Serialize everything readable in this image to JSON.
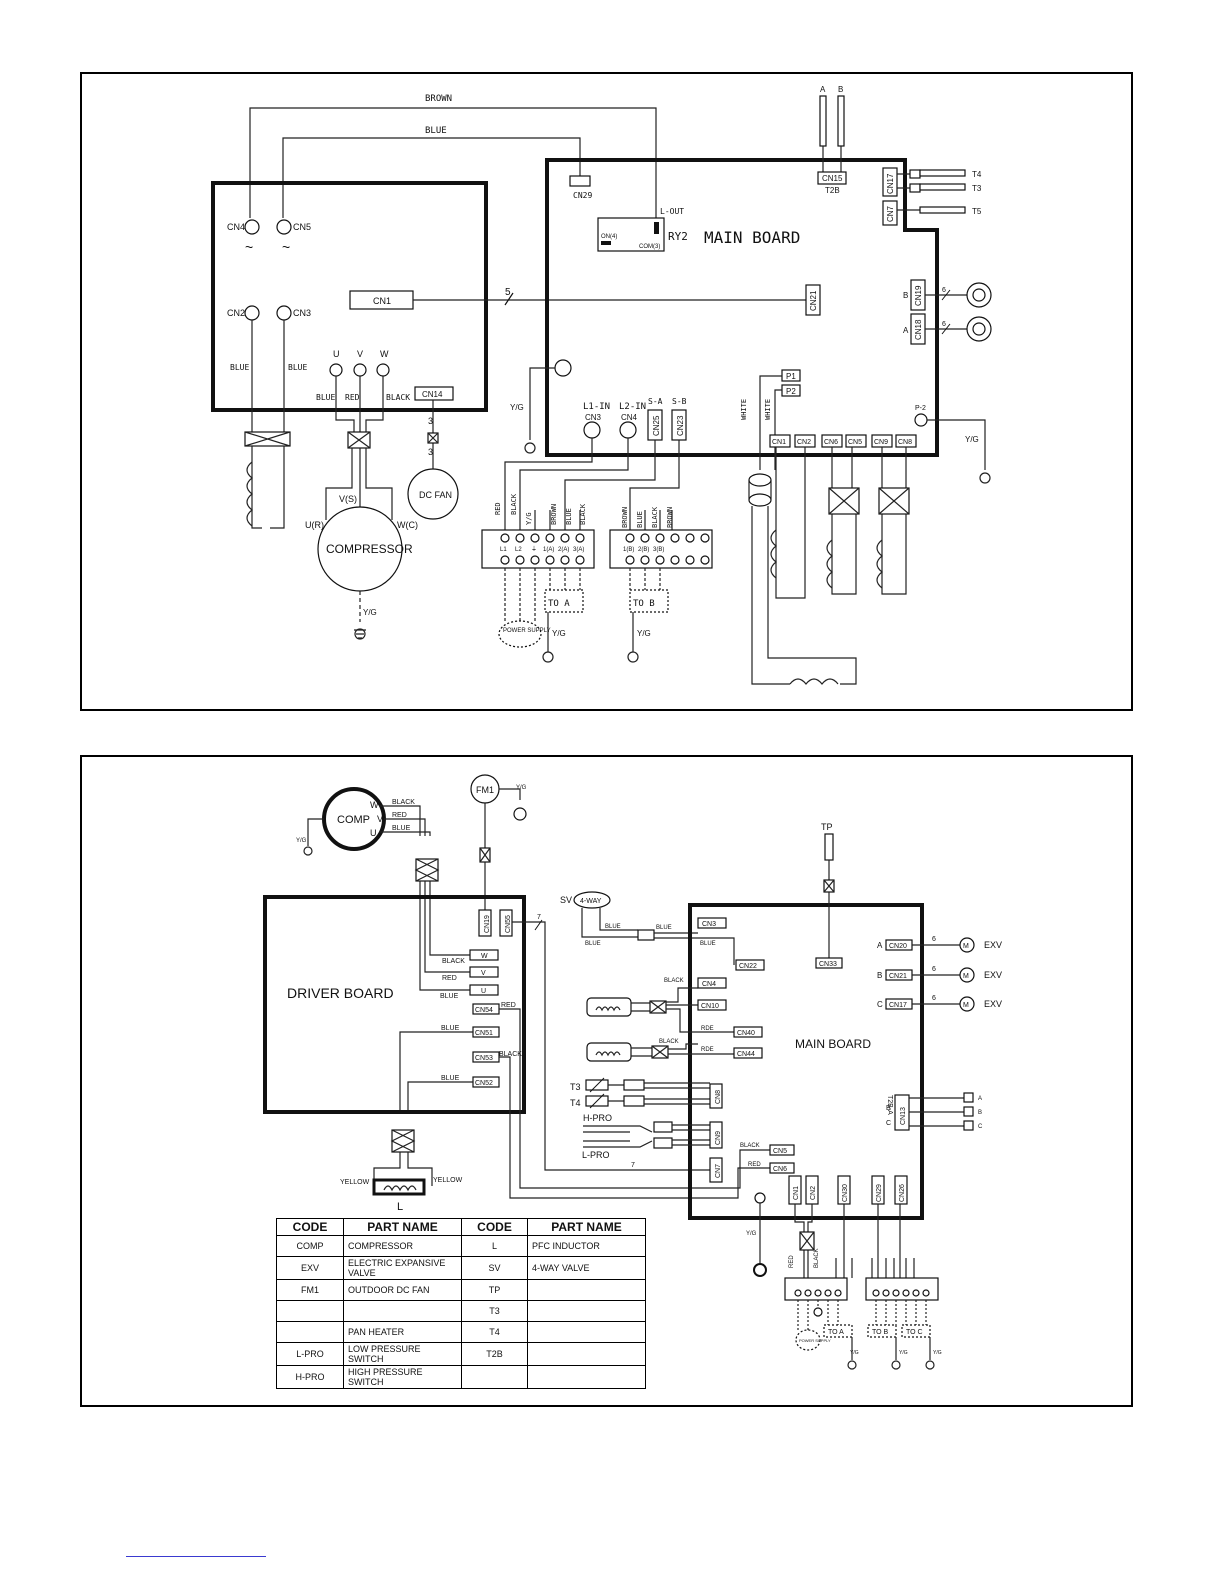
{
  "diagram1": {
    "wire_brown": "BROWN",
    "wire_blue": "BLUE",
    "driver": {
      "cn4": "CN4",
      "cn5": "CN5",
      "cn2": "CN2",
      "cn3": "CN3",
      "cn1": "CN1",
      "cn14": "CN14",
      "tilde": "~",
      "blue": "BLUE",
      "u": "U",
      "v": "V",
      "w": "W",
      "u_wire": "BLUE",
      "v_wire": "RED",
      "w_wire": "BLACK"
    },
    "main": {
      "title": "MAIN BOARD",
      "cn29": "CN29",
      "l_out": "L-OUT",
      "ry2": "RY2",
      "on4": "ON(4)",
      "com3": "COM(3)",
      "cn15": "CN15",
      "t2b": "T2B",
      "cn17": "CN17",
      "cn7": "CN7",
      "cn21": "CN21",
      "cn19": "CN19",
      "cn18": "CN18",
      "p1": "P1",
      "p2": "P2",
      "p2b": "P-2",
      "white": "WHITE",
      "l1_in": "L1-IN",
      "cn3": "CN3",
      "l2_in": "L2-IN",
      "cn4": "CN4",
      "s_a": "S-A",
      "s_b": "S-B",
      "cn25": "CN25",
      "cn23": "CN23",
      "bottom_cn": [
        "CN1",
        "CN2",
        "CN6",
        "CN5",
        "CN9",
        "CN8"
      ],
      "sensor_a": "A",
      "sensor_b": "B",
      "t4": "T4",
      "t3": "T3",
      "t5": "T5",
      "port_a": "A",
      "port_b": "B",
      "count6": "6",
      "count5": "5"
    },
    "yg": "Y/G",
    "count3": "3",
    "dc_fan": "DC FAN",
    "compressor": "COMPRESSOR",
    "vs": "V(S)",
    "ur": "U(R)",
    "wc": "W(C)",
    "tb1_wires": [
      "RED",
      "BLACK",
      "Y/G",
      "BROWN",
      "BLUE",
      "BLACK"
    ],
    "tb1_terms": [
      "L1",
      "L2",
      "⏚",
      "1(A)",
      "2(A)",
      "3(A)"
    ],
    "tb2_wires": [
      "BROWN",
      "BLUE",
      "BLACK",
      "BROWN"
    ],
    "tb2_terms": [
      "1(B)",
      "2(B)",
      "3(B)"
    ],
    "power_supply": "POWER SUPPLY",
    "to_a": "TO  A",
    "to_b": "TO  B"
  },
  "diagram2": {
    "comp": "COMP",
    "w": "W",
    "v": "V",
    "u": "U",
    "black": "BLACK",
    "red": "RED",
    "blue": "BLUE",
    "fm1": "FM1",
    "yg": "Y/G",
    "driver_board": "DRIVER BOARD",
    "cn19": "CN19",
    "cn55": "CN55",
    "count7": "7",
    "drv_w": "W",
    "drv_v": "V",
    "drv_u": "U",
    "cn54": "CN54",
    "cn51": "CN51",
    "cn53": "CN53",
    "cn52": "CN52",
    "sv": "SV",
    "four_way": "4-WAY",
    "tp": "TP",
    "main_board": "MAIN BOARD",
    "cn3": "CN3",
    "cn22": "CN22",
    "cn33": "CN33",
    "cn4": "CN4",
    "cn10": "CN10",
    "cn40": "CN40",
    "cn44": "CN44",
    "rde": "RDE",
    "cn20": "CN20",
    "cn21": "CN21",
    "cn17": "CN17",
    "port_a": "A",
    "port_b": "B",
    "port_c": "C",
    "count6": "6",
    "exv": "EXV",
    "m": "M",
    "t2b_a": "T2B-A",
    "cn13": "CN13",
    "b": "B",
    "c": "C",
    "t3": "T3",
    "t4": "T4",
    "h_pro": "H-PRO",
    "l_pro": "L-PRO",
    "cn8": "CN8",
    "cn9": "CN9",
    "cn7": "CN7",
    "cn5": "CN5",
    "cn6": "CN6",
    "bottom_cn": [
      "CN1",
      "CN2",
      "CN30",
      "CN29",
      "CN26"
    ],
    "yellow": "YELLOW",
    "l": "L",
    "to_a": "TO  A",
    "to_b": "TO  B",
    "to_c": "TO  C",
    "power_supply": "POWER SUPPLY"
  },
  "table": {
    "headers": [
      "CODE",
      "PART NAME",
      "CODE",
      "PART NAME"
    ],
    "rows": [
      [
        "COMP",
        "COMPRESSOR",
        "L",
        "PFC INDUCTOR"
      ],
      [
        "EXV",
        "ELECTRIC EXPANSIVE VALVE",
        "SV",
        "4-WAY VALVE"
      ],
      [
        "FM1",
        "OUTDOOR DC  FAN",
        "TP",
        ""
      ],
      [
        "",
        "",
        "T3",
        ""
      ],
      [
        "",
        "PAN HEATER",
        "T4",
        ""
      ],
      [
        "L-PRO",
        "LOW PRESSURE SWITCH",
        "T2B",
        ""
      ],
      [
        "H-PRO",
        "HIGH PRESSURE SWITCH",
        "",
        ""
      ]
    ]
  }
}
